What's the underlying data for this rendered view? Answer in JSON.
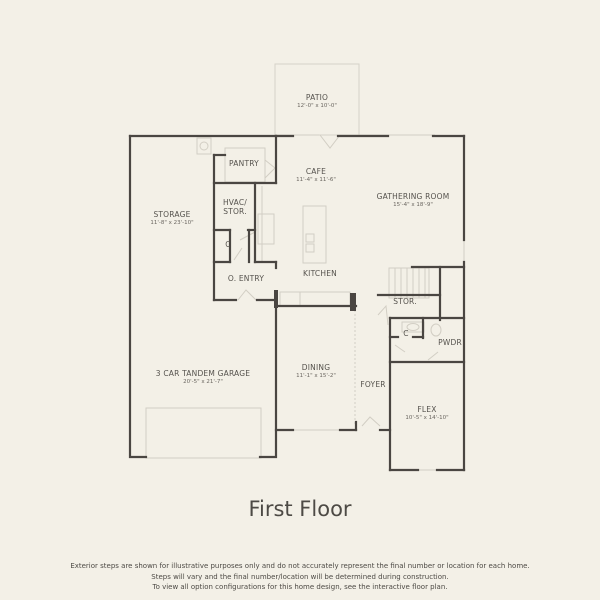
{
  "plan": {
    "title": "First Floor",
    "colors": {
      "background": "#f3f0e7",
      "wall": "#4a4642",
      "fixture": "#c9c5bc"
    },
    "rooms": {
      "patio": {
        "name": "PATIO",
        "dims": "12'-0\" x 10'-0\""
      },
      "pantry": {
        "name": "PANTRY",
        "dims": ""
      },
      "cafe": {
        "name": "CAFE",
        "dims": "11'-4\" x 11'-6\""
      },
      "gathering_room": {
        "name": "GATHERING ROOM",
        "dims": "15'-4\" x 18'-9\""
      },
      "storage": {
        "name": "STORAGE",
        "dims": "11'-8\" x 23'-10\""
      },
      "hvac": {
        "name_line1": "HVAC/",
        "name_line2": "STOR."
      },
      "closet_1": {
        "name": "C"
      },
      "kitchen": {
        "name": "KITCHEN"
      },
      "o_entry": {
        "name": "O. ENTRY"
      },
      "stor": {
        "name": "STOR."
      },
      "closet_2": {
        "name": "C"
      },
      "pwdr": {
        "name": "PWDR"
      },
      "garage": {
        "name": "3 CAR TANDEM GARAGE",
        "dims": "20'-5\" x 21'-7\""
      },
      "dining": {
        "name": "DINING",
        "dims": "11'-1\" x 15'-2\""
      },
      "foyer": {
        "name": "FOYER"
      },
      "flex": {
        "name": "FLEX",
        "dims": "10'-5\" x 14'-10\""
      }
    }
  },
  "disclaimer": {
    "line1": "Exterior steps are shown for illustrative purposes only and do not accurately represent the final number or location for each home.",
    "line2": "Steps will vary and the final number/location will be determined during construction.",
    "line3": "To view all option configurations for this home design, see the interactive floor plan."
  }
}
